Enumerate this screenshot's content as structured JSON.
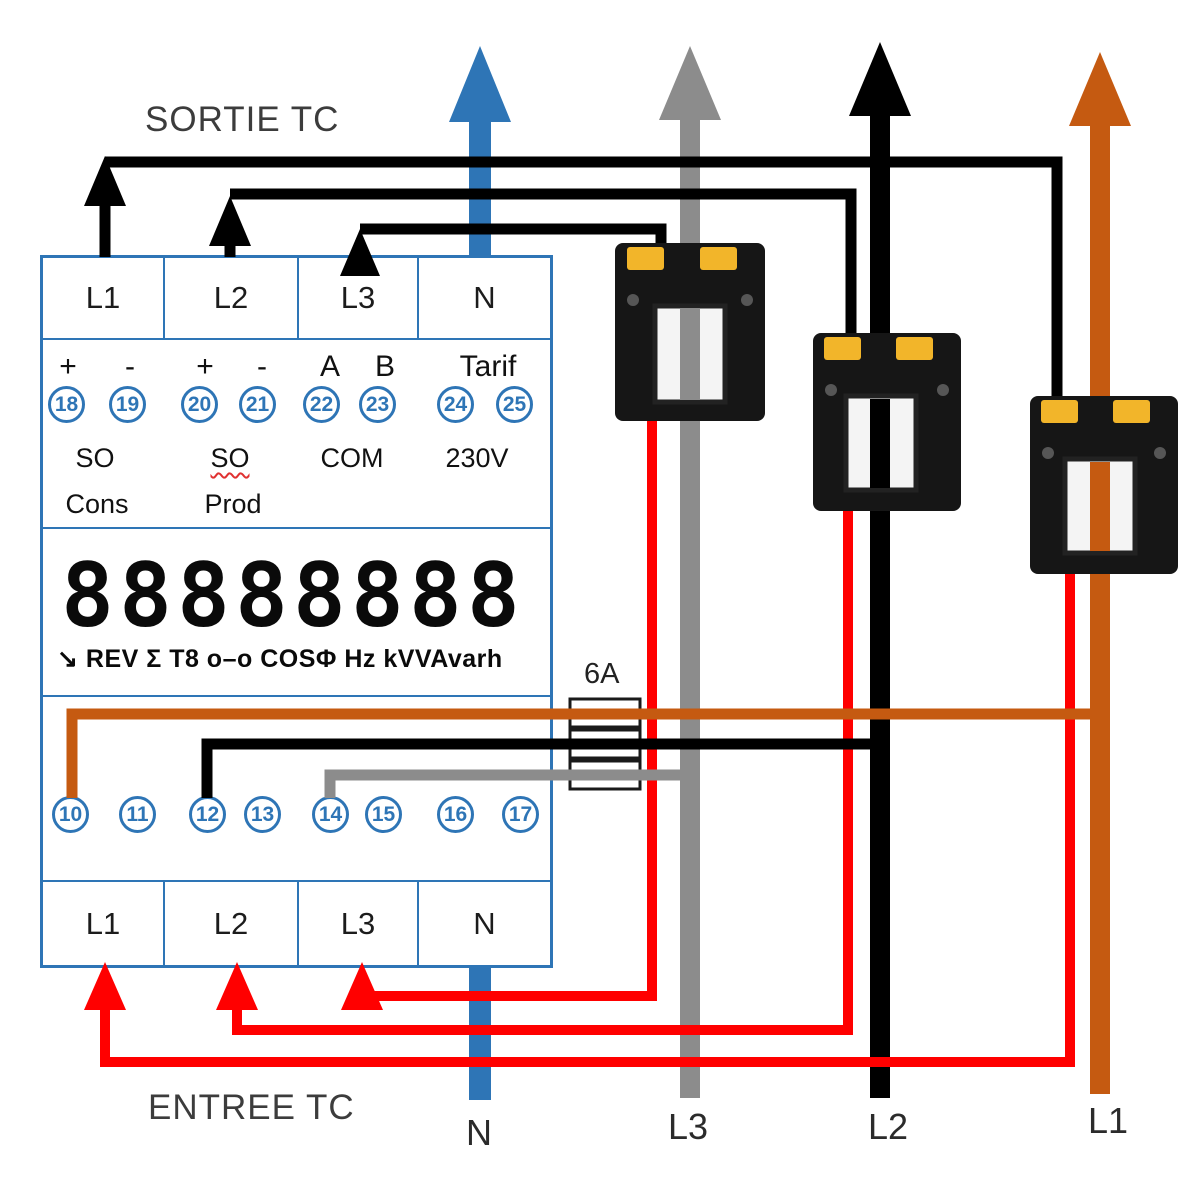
{
  "diagram": {
    "sortie_label": "SORTIE TC",
    "entree_label": "ENTREE TC",
    "fuse_label": "6A",
    "phase_wires": {
      "n": {
        "label": "N",
        "color": "#2e75b6"
      },
      "l3": {
        "label": "L3",
        "color": "#8c8c8c"
      },
      "l2": {
        "label": "L2",
        "color": "#000000"
      },
      "l1": {
        "label": "L1",
        "color": "#c55a11"
      }
    },
    "colors": {
      "ct_secondary_wire": "#000000",
      "ct_return_wire": "#ff0000",
      "meter_outline": "#2e75b6",
      "clip_yellow": "#f2b52a",
      "ct_body": "#161616",
      "ct_hole": "#f4f4f4",
      "fuse_fill": "#ffffff",
      "fuse_border": "#1a1a1a",
      "label_text": "#3c3c3c"
    }
  },
  "meter": {
    "top_terminals": [
      "L1",
      "L2",
      "L3",
      "N"
    ],
    "bottom_terminals": [
      "L1",
      "L2",
      "L3",
      "N"
    ],
    "polarity_signs": [
      "+",
      "-",
      "+",
      "-",
      "A",
      "B"
    ],
    "tarif_label": "Tarif",
    "top_terminal_numbers": [
      "18",
      "19",
      "20",
      "21",
      "22",
      "23",
      "24",
      "25"
    ],
    "bottom_terminal_numbers": [
      "10",
      "11",
      "12",
      "13",
      "14",
      "15",
      "16",
      "17"
    ],
    "group_labels": {
      "so_cons_top": "SO",
      "so_cons_bottom": "Cons",
      "so_prod_top": "SO",
      "so_prod_bottom": "Prod",
      "com": "COM",
      "v230": "230V"
    },
    "display": {
      "digits": "88888888",
      "symbols": "↘ REV Σ T8 o–o COSΦ Hz kVVAvarh"
    }
  }
}
